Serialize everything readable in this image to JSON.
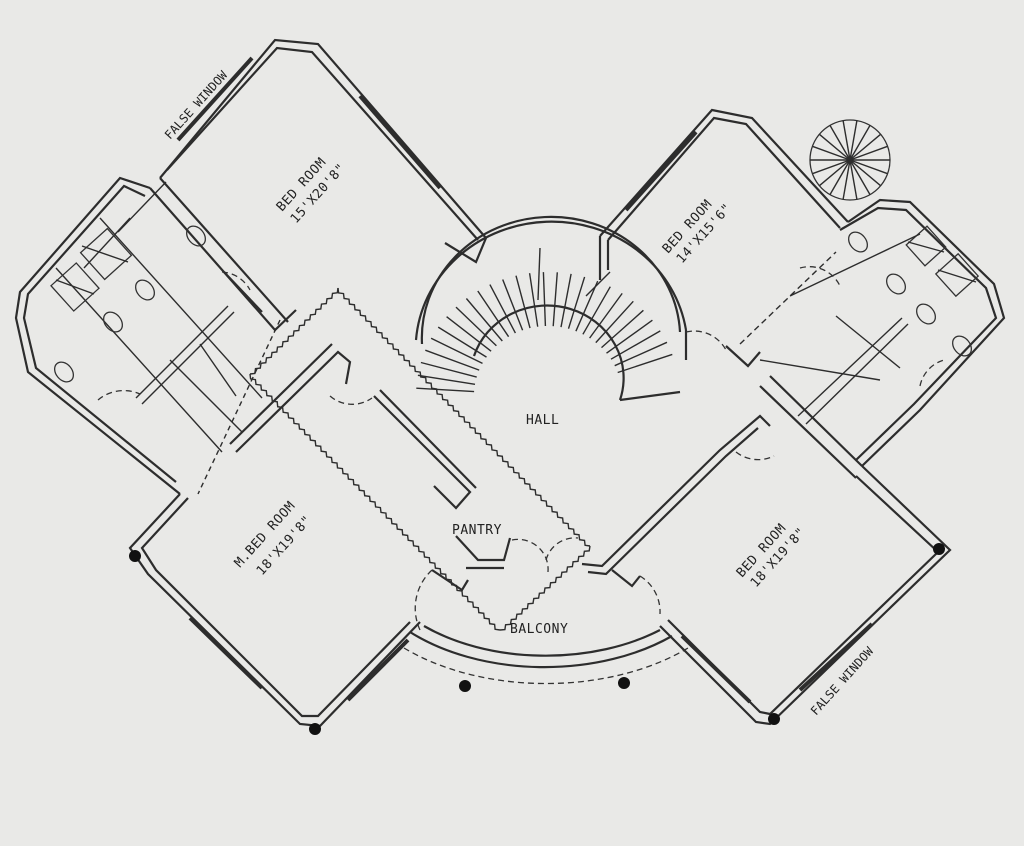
{
  "labels": {
    "bed_room_top_left": "BED ROOM",
    "bed_room_top_left_size": "15'X20'8\"",
    "bed_room_top_right": "BED ROOM",
    "bed_room_top_right_size": "14'X15'6\"",
    "m_bed_room": "M.BED ROOM",
    "m_bed_room_size": "18'X19'8\"",
    "bed_room_bottom_right": "BED ROOM",
    "bed_room_bottom_right_size": "18'X19'8\"",
    "hall": "HALL",
    "pantry": "PANTRY",
    "balcony": "BALCONY",
    "false_window_top": "FALSE WINDOW",
    "false_window_bottom": "FALSE WINDOW"
  }
}
